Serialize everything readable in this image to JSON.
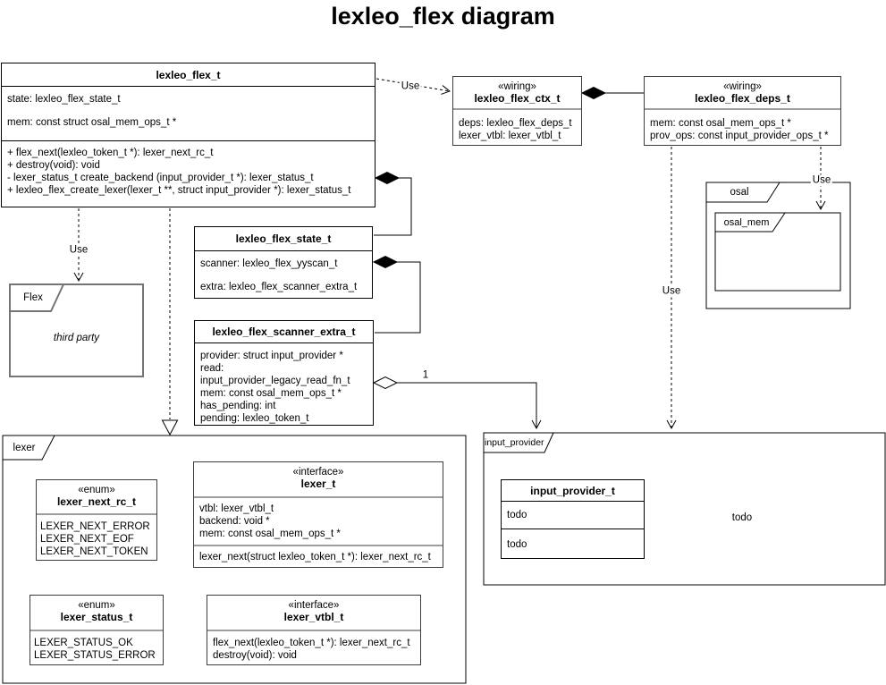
{
  "diagram_title": "lexleo_flex diagram",
  "classes": {
    "flex": {
      "name": "lexleo_flex_t",
      "attrs": [
        "state: lexleo_flex_state_t",
        "mem: const struct osal_mem_ops_t *"
      ],
      "methods": [
        "+ flex_next(lexleo_token_t *): lexer_next_rc_t",
        "+ destroy(void): void",
        "- lexer_status_t create_backend (input_provider_t *): lexer_status_t",
        "+ lexleo_flex_create_lexer(lexer_t **, struct input_provider *): lexer_status_t"
      ]
    },
    "ctx": {
      "stereotype": "«wiring»",
      "name": "lexleo_flex_ctx_t",
      "attrs": [
        "deps: lexleo_flex_deps_t",
        "lexer_vtbl: lexer_vtbl_t"
      ]
    },
    "deps": {
      "stereotype": "«wiring»",
      "name": "lexleo_flex_deps_t",
      "attrs": [
        "mem: const osal_mem_ops_t *",
        "prov_ops: const input_provider_ops_t *"
      ]
    },
    "state": {
      "name": "lexleo_flex_state_t",
      "attrs": [
        "scanner: lexleo_flex_yyscan_t",
        "extra: lexleo_flex_scanner_extra_t"
      ]
    },
    "scanner_extra": {
      "name": "lexleo_flex_scanner_extra_t",
      "attrs": [
        "provider: struct input_provider *",
        "read:",
        "input_provider_legacy_read_fn_t",
        "mem: const osal_mem_ops_t *",
        "has_pending: int",
        "pending: lexleo_token_t"
      ]
    },
    "lexer_next_rc": {
      "stereotype": "«enum»",
      "name": "lexer_next_rc_t",
      "values": [
        "LEXER_NEXT_ERROR",
        "LEXER_NEXT_EOF",
        "LEXER_NEXT_TOKEN"
      ]
    },
    "lexer_iface": {
      "stereotype": "«interface»",
      "name": "lexer_t",
      "attrs": [
        "vtbl: lexer_vtbl_t",
        "backend: void *",
        "mem: const osal_mem_ops_t *"
      ],
      "methods": [
        "lexer_next(struct lexleo_token_t *): lexer_next_rc_t"
      ]
    },
    "lexer_status": {
      "stereotype": "«enum»",
      "name": "lexer_status_t",
      "values": [
        "LEXER_STATUS_OK",
        "LEXER_STATUS_ERROR"
      ]
    },
    "lexer_vtbl": {
      "stereotype": "«interface»",
      "name": "lexer_vtbl_t",
      "methods": [
        "flex_next(lexleo_token_t *): lexer_next_rc_t",
        "destroy(void): void"
      ]
    },
    "input_provider_t": {
      "name": "input_provider_t",
      "rows": [
        "todo",
        "todo"
      ]
    }
  },
  "packages": {
    "flex_pkg": {
      "label": "Flex",
      "body": "third party"
    },
    "osal": {
      "label": "osal"
    },
    "osal_mem": {
      "label": "osal_mem"
    },
    "lexer": {
      "label": "lexer"
    },
    "input_provider": {
      "label": "input_provider",
      "note": "todo"
    }
  },
  "edge_labels": {
    "use_ctx": "Use",
    "use_flex": "Use",
    "use_input_provider": "Use",
    "use_osal": "Use",
    "multiplicity_one": "1"
  }
}
